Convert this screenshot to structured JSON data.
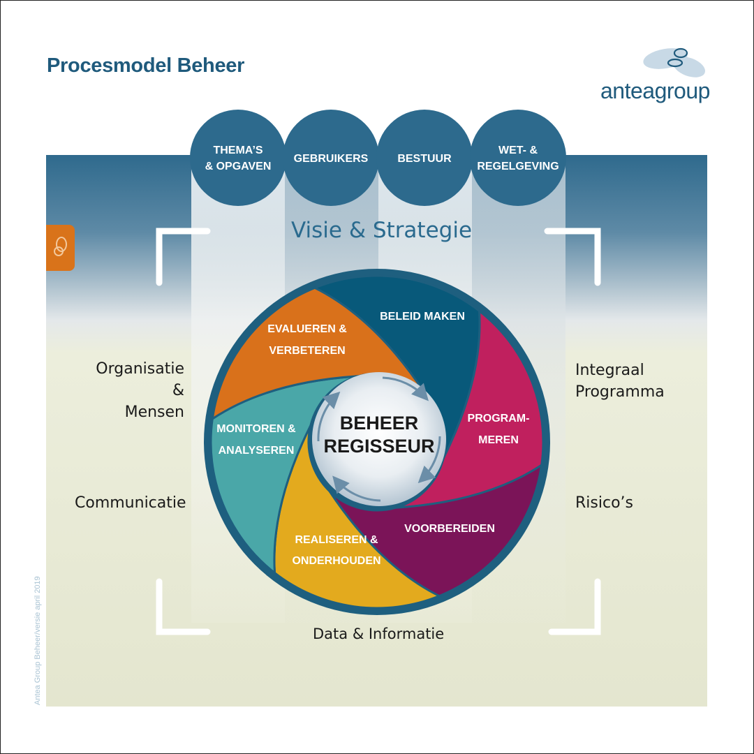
{
  "title": "Procesmodel Beheer",
  "logo": {
    "brand": "antea",
    "suffix": "group"
  },
  "top_circles": [
    {
      "line1": "THEMA’S",
      "line2": "& OPGAVEN"
    },
    {
      "line1": "GEBRUIKERS",
      "line2": ""
    },
    {
      "line1": "BESTUUR",
      "line2": ""
    },
    {
      "line1": "WET- &",
      "line2": "REGELGEVING"
    }
  ],
  "visie": "Visie & Strategie",
  "left_labels": {
    "organisatie_1": "Organisatie &",
    "organisatie_2": "Mensen",
    "communicatie": "Communicatie"
  },
  "right_labels": {
    "integraal_1": "Integraal",
    "integraal_2": "Programma",
    "risicos": "Risico’s"
  },
  "bottom_label": "Data & Informatie",
  "center": {
    "line1": "BEHEER",
    "line2": "REGISSEUR"
  },
  "segments": [
    {
      "line1": "BELEID MAKEN",
      "line2": "",
      "color": "#08597a"
    },
    {
      "line1": "PROGRAM-",
      "line2": "MEREN",
      "color": "#c0205e"
    },
    {
      "line1": "VOORBEREIDEN",
      "line2": "",
      "color": "#7b1458"
    },
    {
      "line1": "REALISEREN &",
      "line2": "ONDERHOUDEN",
      "color": "#e3aa1e"
    },
    {
      "line1": "MONITOREN &",
      "line2": "ANALYSEREN",
      "color": "#4aa7a8"
    },
    {
      "line1": "EVALUEREN &",
      "line2": "VERBETEREN",
      "color": "#d9711b"
    }
  ],
  "vertical_note": "Antea Group Beheer/versie april 2019",
  "colors": {
    "primary": "#1f5a7c",
    "ring": "#1e5f7f",
    "circle": "#2d6a8d",
    "orange": "#d9731a"
  }
}
